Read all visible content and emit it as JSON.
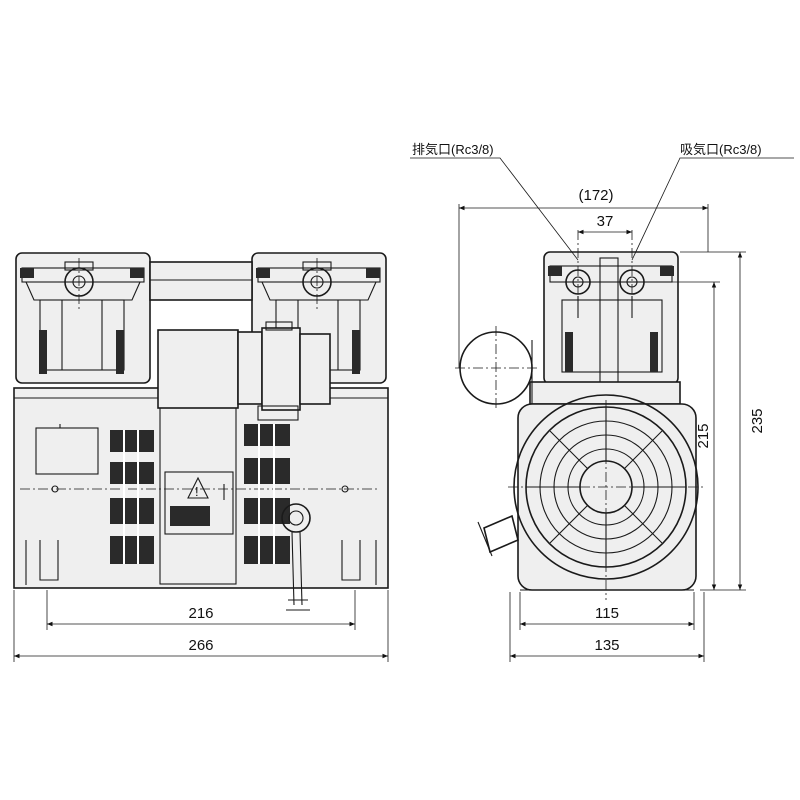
{
  "labels": {
    "exhaust_port": "排気口(Rc3/8)",
    "intake_port": "吸気口(Rc3/8)"
  },
  "dimensions": {
    "front_inner_width": "216",
    "front_overall_width": "266",
    "side_overall_width_ref": "(172)",
    "port_spacing": "37",
    "side_base_width": "115",
    "side_overall_width": "135",
    "height_to_head": "215",
    "overall_height": "235"
  }
}
